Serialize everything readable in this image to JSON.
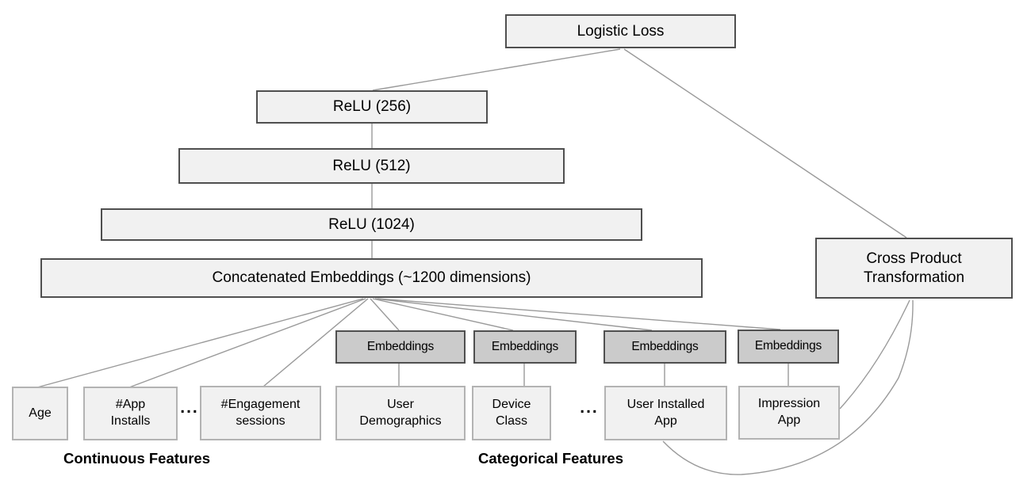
{
  "nodes": {
    "logistic_loss": {
      "label": "Logistic Loss"
    },
    "relu_256": {
      "label": "ReLU (256)"
    },
    "relu_512": {
      "label": "ReLU (512)"
    },
    "relu_1024": {
      "label": "ReLU (1024)"
    },
    "concatenated_embeddings": {
      "label": "Concatenated Embeddings (~1200 dimensions)"
    },
    "cross_product": {
      "lines": [
        "Cross Product",
        "Transformation"
      ]
    },
    "embeddings": {
      "label": "Embeddings"
    },
    "features": {
      "age": {
        "lines": [
          "Age"
        ]
      },
      "app_installs": {
        "lines": [
          "#App",
          "Installs"
        ]
      },
      "engagement_sessions": {
        "lines": [
          "#Engagement",
          "sessions"
        ]
      },
      "user_demographics": {
        "lines": [
          "User",
          "Demographics"
        ]
      },
      "device_class": {
        "lines": [
          "Device",
          "Class"
        ]
      },
      "user_installed_app": {
        "lines": [
          "User Installed",
          "App"
        ]
      },
      "impression_app": {
        "lines": [
          "Impression",
          "App"
        ]
      }
    },
    "ellipsis": "..."
  },
  "group_labels": {
    "continuous": "Continuous Features",
    "categorical": "Categorical Features"
  },
  "connections": [
    {
      "from": "logistic_loss",
      "to": "relu_256"
    },
    {
      "from": "logistic_loss",
      "to": "cross_product"
    },
    {
      "from": "relu_256",
      "to": "relu_512"
    },
    {
      "from": "relu_512",
      "to": "relu_1024"
    },
    {
      "from": "relu_1024",
      "to": "concatenated_embeddings"
    },
    {
      "from": "concatenated_embeddings",
      "to": "age"
    },
    {
      "from": "concatenated_embeddings",
      "to": "app_installs"
    },
    {
      "from": "concatenated_embeddings",
      "to": "engagement_sessions"
    },
    {
      "from": "concatenated_embeddings",
      "to": "embeddings_1"
    },
    {
      "from": "concatenated_embeddings",
      "to": "embeddings_2"
    },
    {
      "from": "concatenated_embeddings",
      "to": "embeddings_3"
    },
    {
      "from": "concatenated_embeddings",
      "to": "embeddings_4"
    },
    {
      "from": "embeddings_1",
      "to": "user_demographics"
    },
    {
      "from": "embeddings_2",
      "to": "device_class"
    },
    {
      "from": "embeddings_3",
      "to": "user_installed_app"
    },
    {
      "from": "embeddings_4",
      "to": "impression_app"
    },
    {
      "from": "user_installed_app",
      "to": "cross_product",
      "style": "curve"
    },
    {
      "from": "impression_app",
      "to": "cross_product",
      "style": "curve"
    }
  ],
  "colors": {
    "box_fill": "#f1f1f1",
    "box_border": "#4f4f4f",
    "embedding_fill": "#cbcbcb",
    "feature_border": "#b3b3b3",
    "connector": "#9a9a9a",
    "text": "#000000",
    "background": "#ffffff"
  }
}
